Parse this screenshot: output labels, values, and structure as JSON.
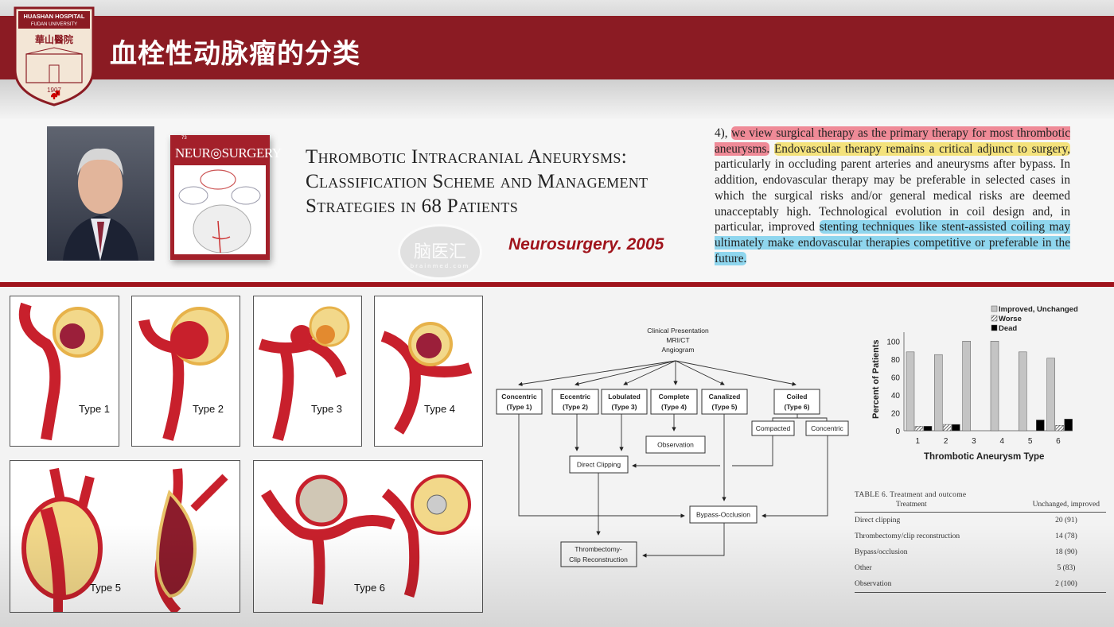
{
  "header": {
    "title": "血栓性动脉瘤的分类",
    "logo": {
      "line1": "HUASHAN HOSPITAL",
      "line2": "FUDAN UNIVERSITY",
      "chinese": "華山醫院",
      "year": "1907"
    }
  },
  "paper": {
    "cover_title": "NEUR◎SURGERY",
    "cover_volume": "73",
    "title_lines": [
      "Thrombotic Intracranial Aneurysms:",
      "Classification Scheme and Management",
      "Strategies in 68 Patients"
    ],
    "journal": "Neurosurgery. 2005"
  },
  "quote": {
    "lead": "4), ",
    "red": "we view surgical therapy as the primary therapy for most thrombotic aneurysms.",
    "yellow": "Endovascular therapy remains a critical adjunct to surgery,",
    "plain": " particularly in occluding parent arteries and aneurysms after bypass. In addition, endovascular therapy may be preferable in selected cases in which the surgical risks and/or general medical risks are deemed unacceptably high. Technological evolution in coil design and, in particular, improved ",
    "blue": "stenting techniques like stent-assisted coiling may ultimately make endovascular therapies competitive or preferable in the future.",
    "colors": {
      "red": "#ef8a97",
      "yellow": "#f4e27c",
      "blue": "#8fd6ee"
    }
  },
  "types": [
    "Type 1",
    "Type 2",
    "Type 3",
    "Type 4",
    "Type 5",
    "Type 6"
  ],
  "flowchart": {
    "root": [
      "Clinical Presentation",
      "MRI/CT",
      "Angiogram"
    ],
    "categories": [
      {
        "name": "Concentric",
        "type": "(Type 1)"
      },
      {
        "name": "Eccentric",
        "type": "(Type 2)"
      },
      {
        "name": "Lobulated",
        "type": "(Type 3)"
      },
      {
        "name": "Complete",
        "type": "(Type 4)"
      },
      {
        "name": "Canalized",
        "type": "(Type 5)"
      },
      {
        "name": "Coiled",
        "type": "(Type 6)"
      }
    ],
    "coiled_sub": [
      "Compacted",
      "Concentric"
    ],
    "observation": "Observation",
    "direct_clipping": "Direct Clipping",
    "bypass": "Bypass-Occlusion",
    "thrombectomy": [
      "Thrombectomy-",
      "Clip Reconstruction"
    ]
  },
  "chart_data": {
    "type": "bar",
    "categories": [
      "1",
      "2",
      "3",
      "4",
      "5",
      "6"
    ],
    "series": [
      {
        "name": "Improved, Unchanged",
        "values": [
          88,
          85,
          100,
          100,
          88,
          81
        ],
        "color": "#c4c4c4"
      },
      {
        "name": "Worse",
        "values": [
          5,
          7,
          0,
          0,
          0,
          6
        ],
        "color": "hatched"
      },
      {
        "name": "Dead",
        "values": [
          5,
          7,
          0,
          0,
          12,
          13
        ],
        "color": "#000000"
      }
    ],
    "xlabel": "Thrombotic Aneurysm Type",
    "ylabel": "Percent of Patients",
    "ylim": [
      0,
      110
    ],
    "yticks": [
      0,
      20,
      40,
      60,
      80,
      100
    ],
    "legend": "top-right",
    "grid": false
  },
  "table": {
    "caption": "TABLE 6. Treatment and outcome",
    "headers": [
      "Treatment",
      "Unchanged, improved"
    ],
    "rows": [
      [
        "Direct clipping",
        "20 (91)"
      ],
      [
        "Thrombectomy/clip reconstruction",
        "14 (78)"
      ],
      [
        "Bypass/occlusion",
        "18 (90)"
      ],
      [
        "Other",
        "5 (83)"
      ],
      [
        "Observation",
        "2 (100)"
      ]
    ]
  },
  "watermark": {
    "text": "脑医汇",
    "sub": "brainmed.com"
  }
}
